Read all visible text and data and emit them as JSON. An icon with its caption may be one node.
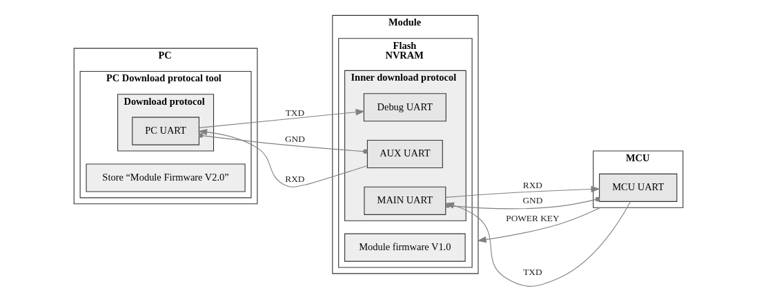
{
  "diagram": {
    "nodes": [
      {
        "text": [
          "PC"
        ]
      },
      {
        "text": [
          "PC Download protocal tool"
        ],
        "in": 0
      },
      {
        "text": [
          "Store “Module Firmware V2.0”"
        ],
        "in": 1
      },
      {
        "text": [
          "Download protocol"
        ],
        "in": 1
      },
      {
        "text": [
          "PC UART"
        ],
        "in": 3
      },
      {
        "text": [
          "Module"
        ]
      },
      {
        "text": [
          "Flash",
          "NVRAM"
        ],
        "in": 5
      },
      {
        "text": [
          "Module firmware V1.0"
        ],
        "in": 6
      },
      {
        "text": [
          "Inner download protocol"
        ],
        "in": 6
      },
      {
        "text": [
          "Debug UART"
        ],
        "in": 8
      },
      {
        "text": [
          "AUX UART"
        ],
        "in": 8
      },
      {
        "text": [
          "MAIN UART"
        ],
        "in": 8
      },
      {
        "text": [
          "MCU"
        ]
      },
      {
        "text": [
          "MCU UART"
        ],
        "in": 12
      }
    ],
    "edges": [
      {
        "from": 12,
        "to": 5,
        "arrow": "to",
        "label": "POWER KEY"
      },
      {
        "from": 4,
        "to": 9,
        "arrow": "to",
        "label": "TXD"
      },
      {
        "from": 10,
        "to": 4,
        "arrow": "to",
        "label": "RXD"
      },
      {
        "from": 4,
        "to": 10,
        "arrow": "other",
        "label": "GND"
      },
      {
        "from": 13,
        "to": 11,
        "arrow": "to",
        "label": "TXD"
      },
      {
        "from": 11,
        "to": 13,
        "arrow": "to",
        "label": "RXD"
      },
      {
        "from": 11,
        "to": 13,
        "arrow": "other",
        "label": "GND"
      }
    ]
  }
}
